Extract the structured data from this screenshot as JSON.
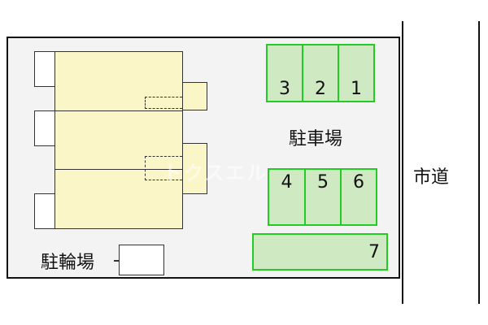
{
  "map": {
    "parking_label": "駐車場",
    "road_label": "市道",
    "bicycle_label": "駐輪場",
    "spaces_top": [
      "3",
      "2",
      "1"
    ],
    "spaces_middle": [
      "4",
      "5",
      "6"
    ],
    "space_bottom": "7",
    "watermark": "トクスエル",
    "colors": {
      "lot": "#f3f3f3",
      "building": "#fbf6c8",
      "parking_fill": "#cfe9c3",
      "parking_border": "#22cc22"
    }
  }
}
